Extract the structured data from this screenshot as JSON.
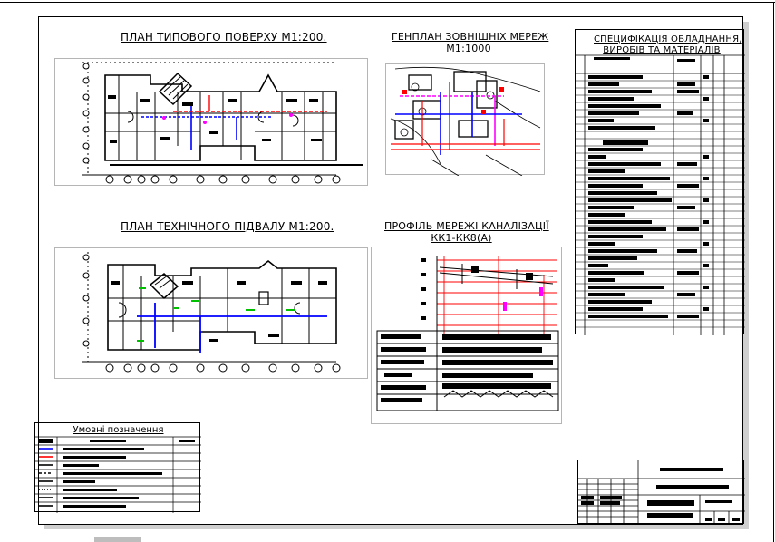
{
  "titles": {
    "typical_floor": "ПЛАН ТИПОВОГО ПОВЕРХУ М1:200.",
    "site_plan_line1": "ГЕНПЛАН ЗОВНІШНІХ МЕРЕЖ",
    "site_plan_line2": "М1:1000",
    "basement": "ПЛАН ТЕХНІЧНОГО ПІДВАЛУ М1:200.",
    "profile_line1": "ПРОФІЛЬ МЕРЕЖІ КАНАЛІЗАЦІЇ",
    "profile_line2": "КК1-КК8(А)",
    "spec_line1": "СПЕЦИФІКАЦІЯ ОБЛАДНАННЯ,",
    "spec_line2": "ВИРОБІВ ТА МАТЕРІАЛІВ",
    "legend": "Умовні позначення"
  },
  "colors": {
    "water_pipe": "#0000ff",
    "sewer_pipe": "#ff00ff",
    "heating_pipe": "#ff0000",
    "equipment": "#00c000"
  }
}
